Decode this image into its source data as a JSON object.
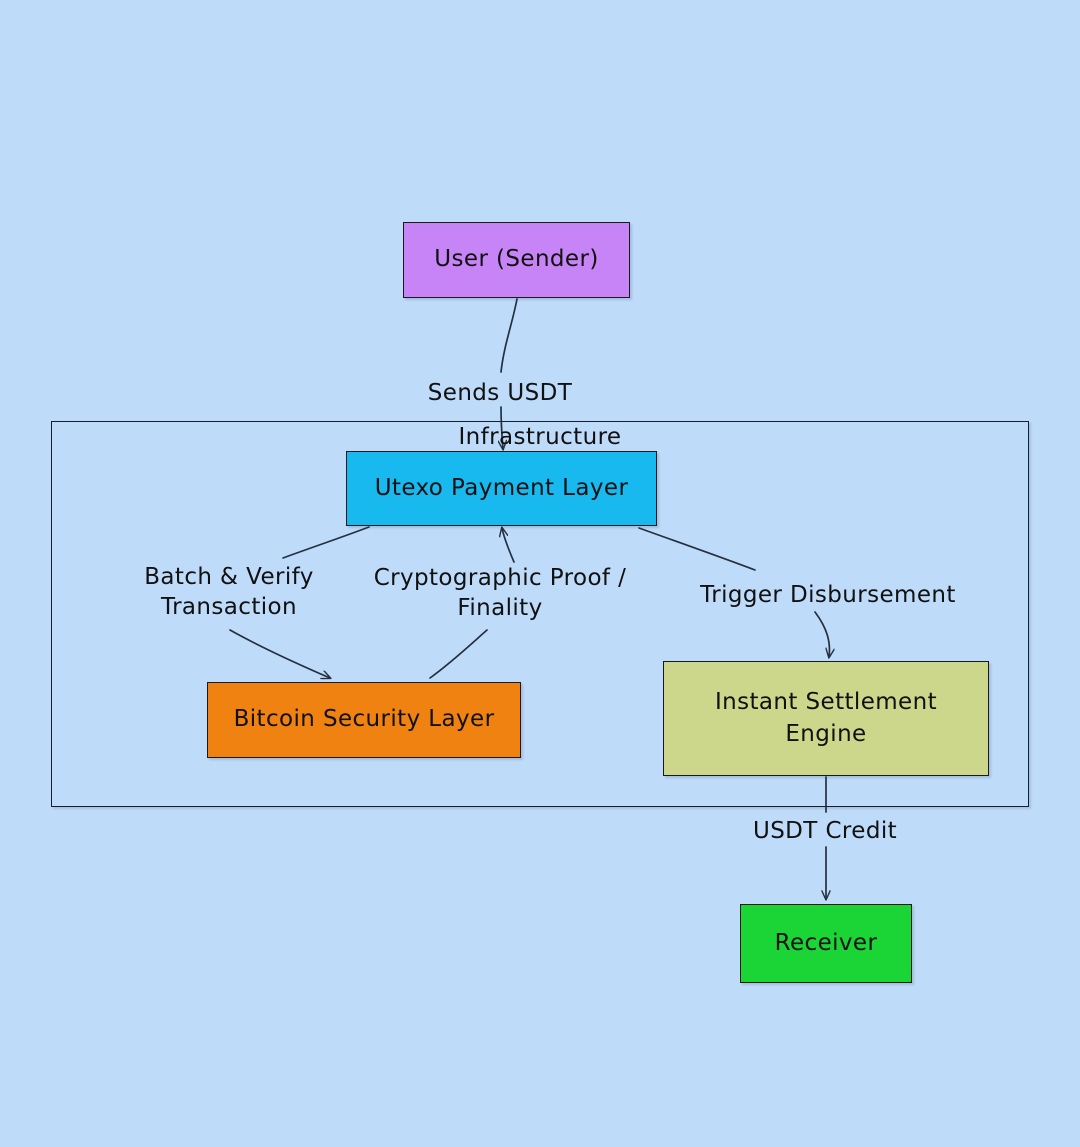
{
  "diagram": {
    "type": "flowchart",
    "direction": "top-down",
    "background_color": "#bfdbfa",
    "cluster": {
      "title": "Infrastructure",
      "border_color": "#15202e"
    },
    "nodes": [
      {
        "id": "user",
        "label": "User (Sender)",
        "fill": "#c784f6",
        "stroke": "#1a1a1a",
        "text_color": "#111111"
      },
      {
        "id": "utexo",
        "label": "Utexo Payment Layer",
        "fill": "#18b9ef",
        "stroke": "#1a1a1a",
        "text_color": "#111111"
      },
      {
        "id": "bitcoin",
        "label": "Bitcoin Security Layer",
        "fill": "#ef8211",
        "stroke": "#1a1a1a",
        "text_color": "#111111"
      },
      {
        "id": "settlement",
        "label": "Instant Settlement\nEngine",
        "fill": "#cdd78c",
        "stroke": "#1a1a1a",
        "text_color": "#111111"
      },
      {
        "id": "receiver",
        "label": "Receiver",
        "fill": "#1bd435",
        "stroke": "#1a1a1a",
        "text_color": "#111111"
      }
    ],
    "edges": [
      {
        "id": "user-to-utexo",
        "from": "user",
        "to": "utexo",
        "label": "Sends USDT",
        "arrow": true
      },
      {
        "id": "utexo-to-bitcoin",
        "from": "utexo",
        "to": "bitcoin",
        "label": "Batch & Verify\nTransaction",
        "arrow": true
      },
      {
        "id": "bitcoin-to-utexo",
        "from": "bitcoin",
        "to": "utexo",
        "label": "Cryptographic Proof /\nFinality",
        "arrow": true
      },
      {
        "id": "utexo-to-settlement",
        "from": "utexo",
        "to": "settlement",
        "label": "Trigger Disbursement",
        "arrow": true
      },
      {
        "id": "settlement-to-receiver",
        "from": "settlement",
        "to": "receiver",
        "label": "USDT Credit",
        "arrow": true
      }
    ]
  }
}
